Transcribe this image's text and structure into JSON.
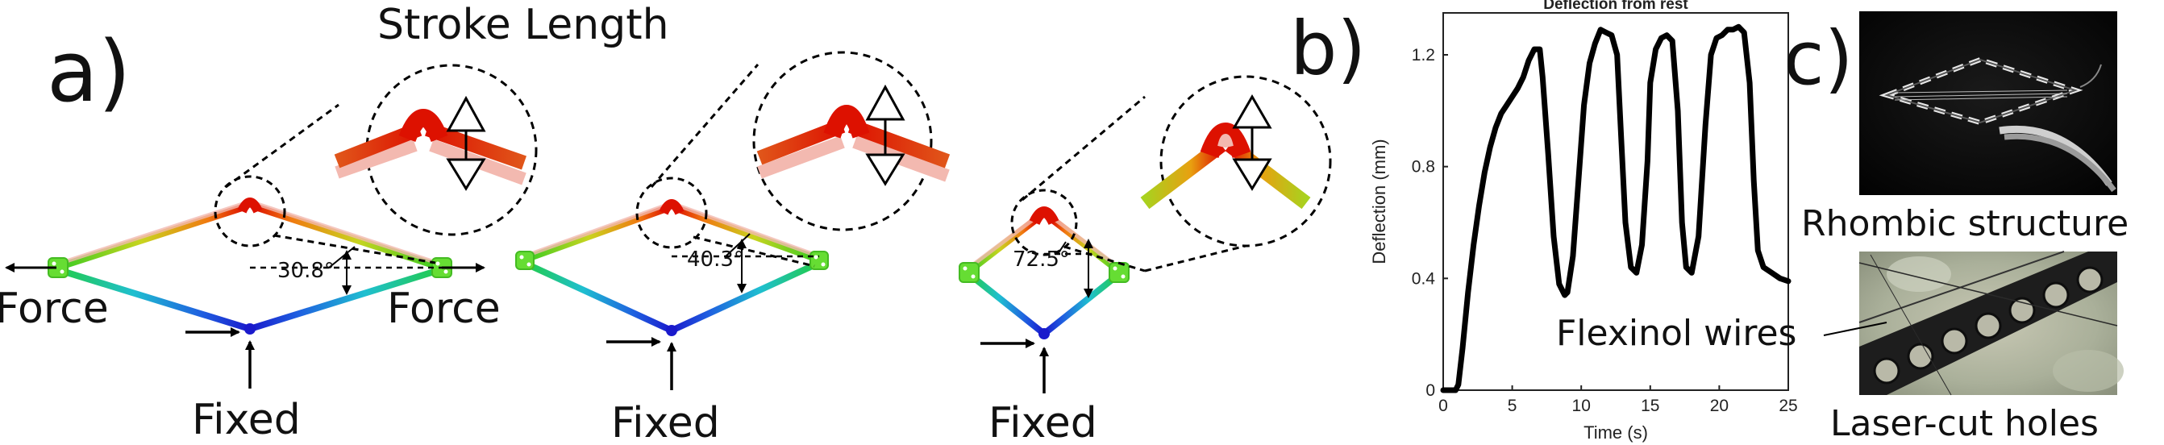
{
  "panels": {
    "a": {
      "label": "a)",
      "title": "Stroke Length",
      "force_left": "Force",
      "force_right": "Force",
      "fixed_labels": [
        "Fixed",
        "Fixed",
        "Fixed"
      ],
      "angles": [
        "30.8°",
        "40.3°",
        "72.5°"
      ]
    },
    "b": {
      "label": "b)"
    },
    "c": {
      "label": "c)",
      "caption_top": "Rhombic structure",
      "annotation": "Flexinol wires",
      "caption_bottom": "Laser-cut holes"
    }
  },
  "chart_data": {
    "type": "line",
    "title": "Deflection from rest",
    "xlabel": "Time (s)",
    "ylabel": "Deflection (mm)",
    "xlim": [
      0,
      25
    ],
    "ylim": [
      0,
      1.35
    ],
    "xticks": [
      0,
      5,
      10,
      15,
      20,
      25
    ],
    "yticks": [
      0,
      0.4,
      0.8,
      1.2
    ],
    "grid": false,
    "series": [
      {
        "color": "#000000",
        "x": [
          0.0,
          0.9,
          1.1,
          1.4,
          1.8,
          2.2,
          2.6,
          3.0,
          3.4,
          3.8,
          4.2,
          4.6,
          5.0,
          5.4,
          5.8,
          6.2,
          6.6,
          7.0,
          7.2,
          7.6,
          8.0,
          8.4,
          8.8,
          9.0,
          9.4,
          9.8,
          10.2,
          10.6,
          11.0,
          11.4,
          11.8,
          12.2,
          12.6,
          12.9,
          13.2,
          13.6,
          14.0,
          14.4,
          14.8,
          15.0,
          15.4,
          15.8,
          16.2,
          16.6,
          17.0,
          17.3,
          17.6,
          18.0,
          18.5,
          19.0,
          19.4,
          19.8,
          20.2,
          20.6,
          21.0,
          21.4,
          21.8,
          22.2,
          22.5,
          22.8,
          23.2,
          23.8,
          24.4,
          25.0
        ],
        "y": [
          0.0,
          0.0,
          0.02,
          0.15,
          0.35,
          0.52,
          0.66,
          0.78,
          0.87,
          0.94,
          0.99,
          1.02,
          1.05,
          1.08,
          1.12,
          1.18,
          1.22,
          1.22,
          1.12,
          0.85,
          0.55,
          0.38,
          0.34,
          0.35,
          0.48,
          0.75,
          1.02,
          1.17,
          1.24,
          1.29,
          1.28,
          1.27,
          1.2,
          0.9,
          0.6,
          0.44,
          0.42,
          0.52,
          0.82,
          1.1,
          1.22,
          1.26,
          1.27,
          1.25,
          1.0,
          0.6,
          0.44,
          0.42,
          0.55,
          0.95,
          1.2,
          1.26,
          1.27,
          1.29,
          1.29,
          1.3,
          1.28,
          1.1,
          0.75,
          0.5,
          0.44,
          0.42,
          0.4,
          0.39
        ]
      }
    ]
  }
}
